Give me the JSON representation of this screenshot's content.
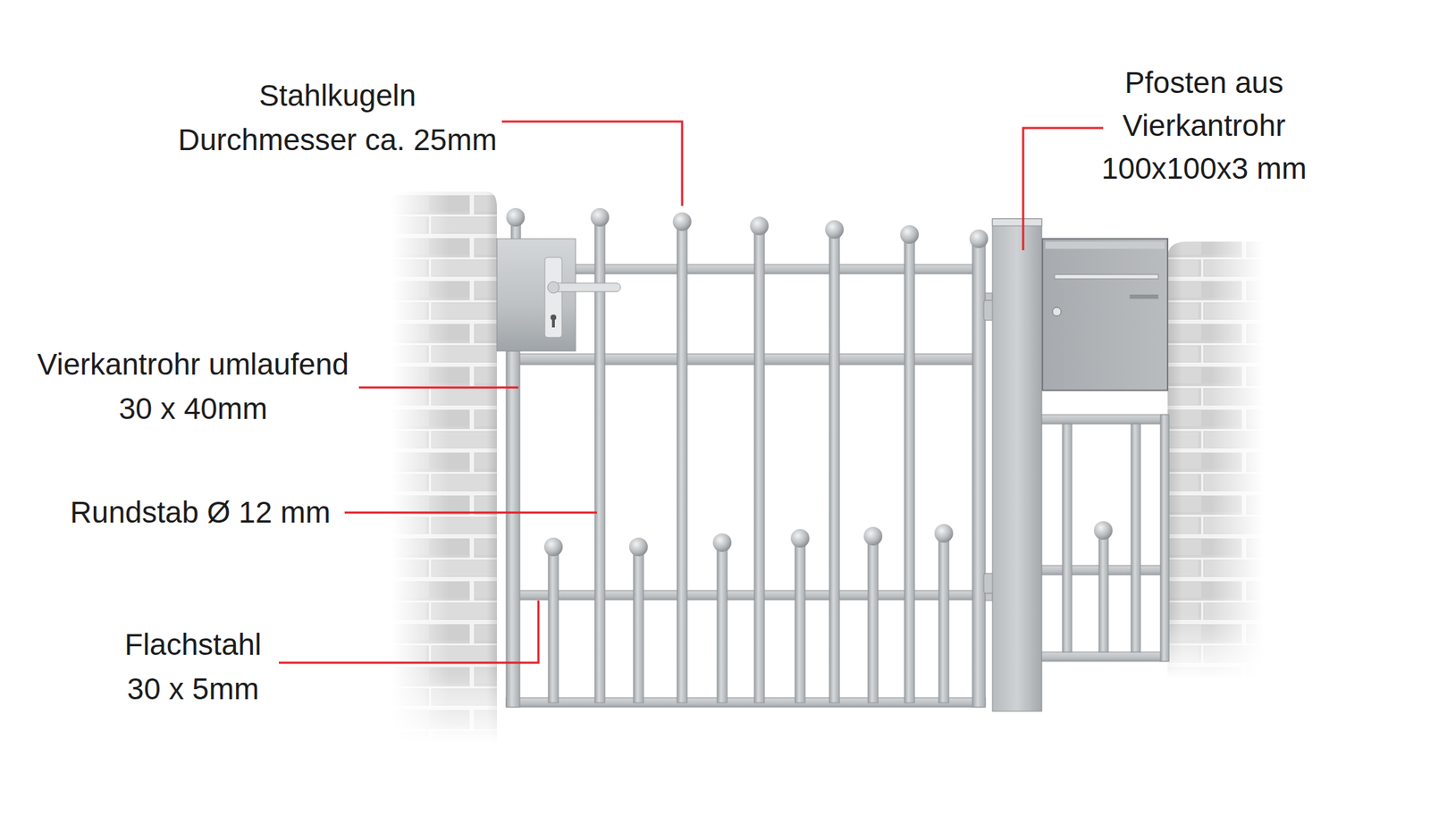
{
  "diagram": {
    "labels": [
      "Stahlkugeln Durchmesser ca. 25mm",
      "Pfosten aus Vierkantrohr 100x100x3 mm",
      "Vierkantrohr umlaufend 30 x 40mm",
      "Rundstab Ø 12 mm",
      "Flachstahl 30 x 5mm"
    ]
  }
}
